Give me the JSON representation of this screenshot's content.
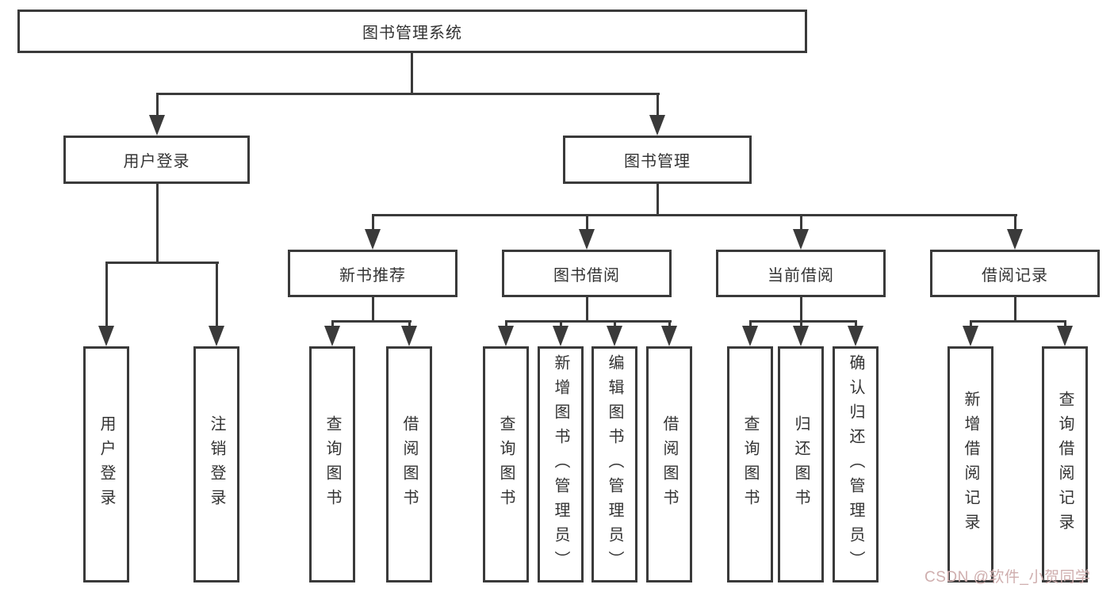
{
  "colors": {
    "line": "#3a3a3a",
    "text": "#333333",
    "background": "#ffffff",
    "watermark": "#cfaeae"
  },
  "watermark": {
    "text": "CSDN @软件_小贺同学"
  },
  "tree": {
    "label": "图书管理系统",
    "children": [
      {
        "label": "用户登录",
        "children": [
          {
            "label": "用户登录"
          },
          {
            "label": "注销登录"
          }
        ]
      },
      {
        "label": "图书管理",
        "children": [
          {
            "label": "新书推荐",
            "children": [
              {
                "label": "查询图书"
              },
              {
                "label": "借阅图书"
              }
            ]
          },
          {
            "label": "图书借阅",
            "children": [
              {
                "label": "查询图书"
              },
              {
                "label": "新增图书（管理员）"
              },
              {
                "label": "编辑图书（管理员）"
              },
              {
                "label": "借阅图书"
              }
            ]
          },
          {
            "label": "当前借阅",
            "children": [
              {
                "label": "查询图书"
              },
              {
                "label": "归还图书"
              },
              {
                "label": "确认归还（管理员）"
              }
            ]
          },
          {
            "label": "借阅记录",
            "children": [
              {
                "label": "新增借阅记录"
              },
              {
                "label": "查询借阅记录"
              }
            ]
          }
        ]
      }
    ]
  }
}
